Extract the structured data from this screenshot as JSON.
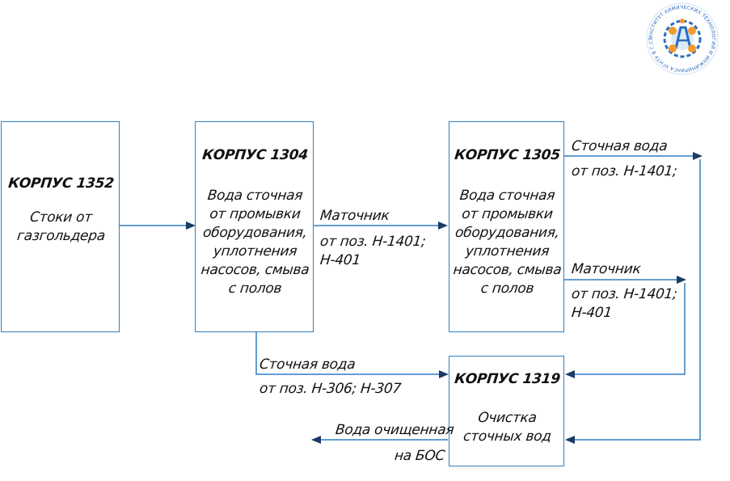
{
  "logo": {
    "ring_text": "ИНСТИТУТ ХИМИЧЕСКИХ ТЕХНОЛОГИЙ И ИНЖИНИРИНГА УГНТУ В Г.СТЕРЛИТАМАКЕ",
    "colors": {
      "blue": "#2a6cc0",
      "orange": "#f29a2e"
    }
  },
  "boxes": {
    "k1352": {
      "title": "КОРПУС 1352",
      "line1": "Стоки от",
      "line2": "газгольдера"
    },
    "k1304": {
      "title": "КОРПУС 1304",
      "lines": [
        "Вода сточная",
        "от промывки",
        "оборудования,",
        "уплотнения",
        "насосов, смыва",
        "с полов"
      ]
    },
    "k1305": {
      "title": "КОРПУС 1305",
      "lines": [
        "Вода сточная",
        "от промывки",
        "оборудования,",
        "уплотнения",
        "насосов, смыва",
        "с полов"
      ]
    },
    "k1319": {
      "title": "КОРПУС 1319",
      "line1": "Очистка",
      "line2": "сточных вод"
    }
  },
  "labels": {
    "mat_1304": [
      "Маточник",
      "от поз. Н-1401;",
      "Н-401"
    ],
    "stoch_1305": [
      "Сточная вода",
      "от поз. Н-1401;"
    ],
    "mat_1305": [
      "Маточник",
      "от поз. Н-1401;",
      "Н-401"
    ],
    "stoch_1304": [
      "Сточная вода",
      "от поз. Н-306; Н-307"
    ],
    "out": [
      "Вода очищенная",
      "на БОС"
    ]
  },
  "colors": {
    "line": "#2f7fc1",
    "arrow": "#1b3a66"
  }
}
